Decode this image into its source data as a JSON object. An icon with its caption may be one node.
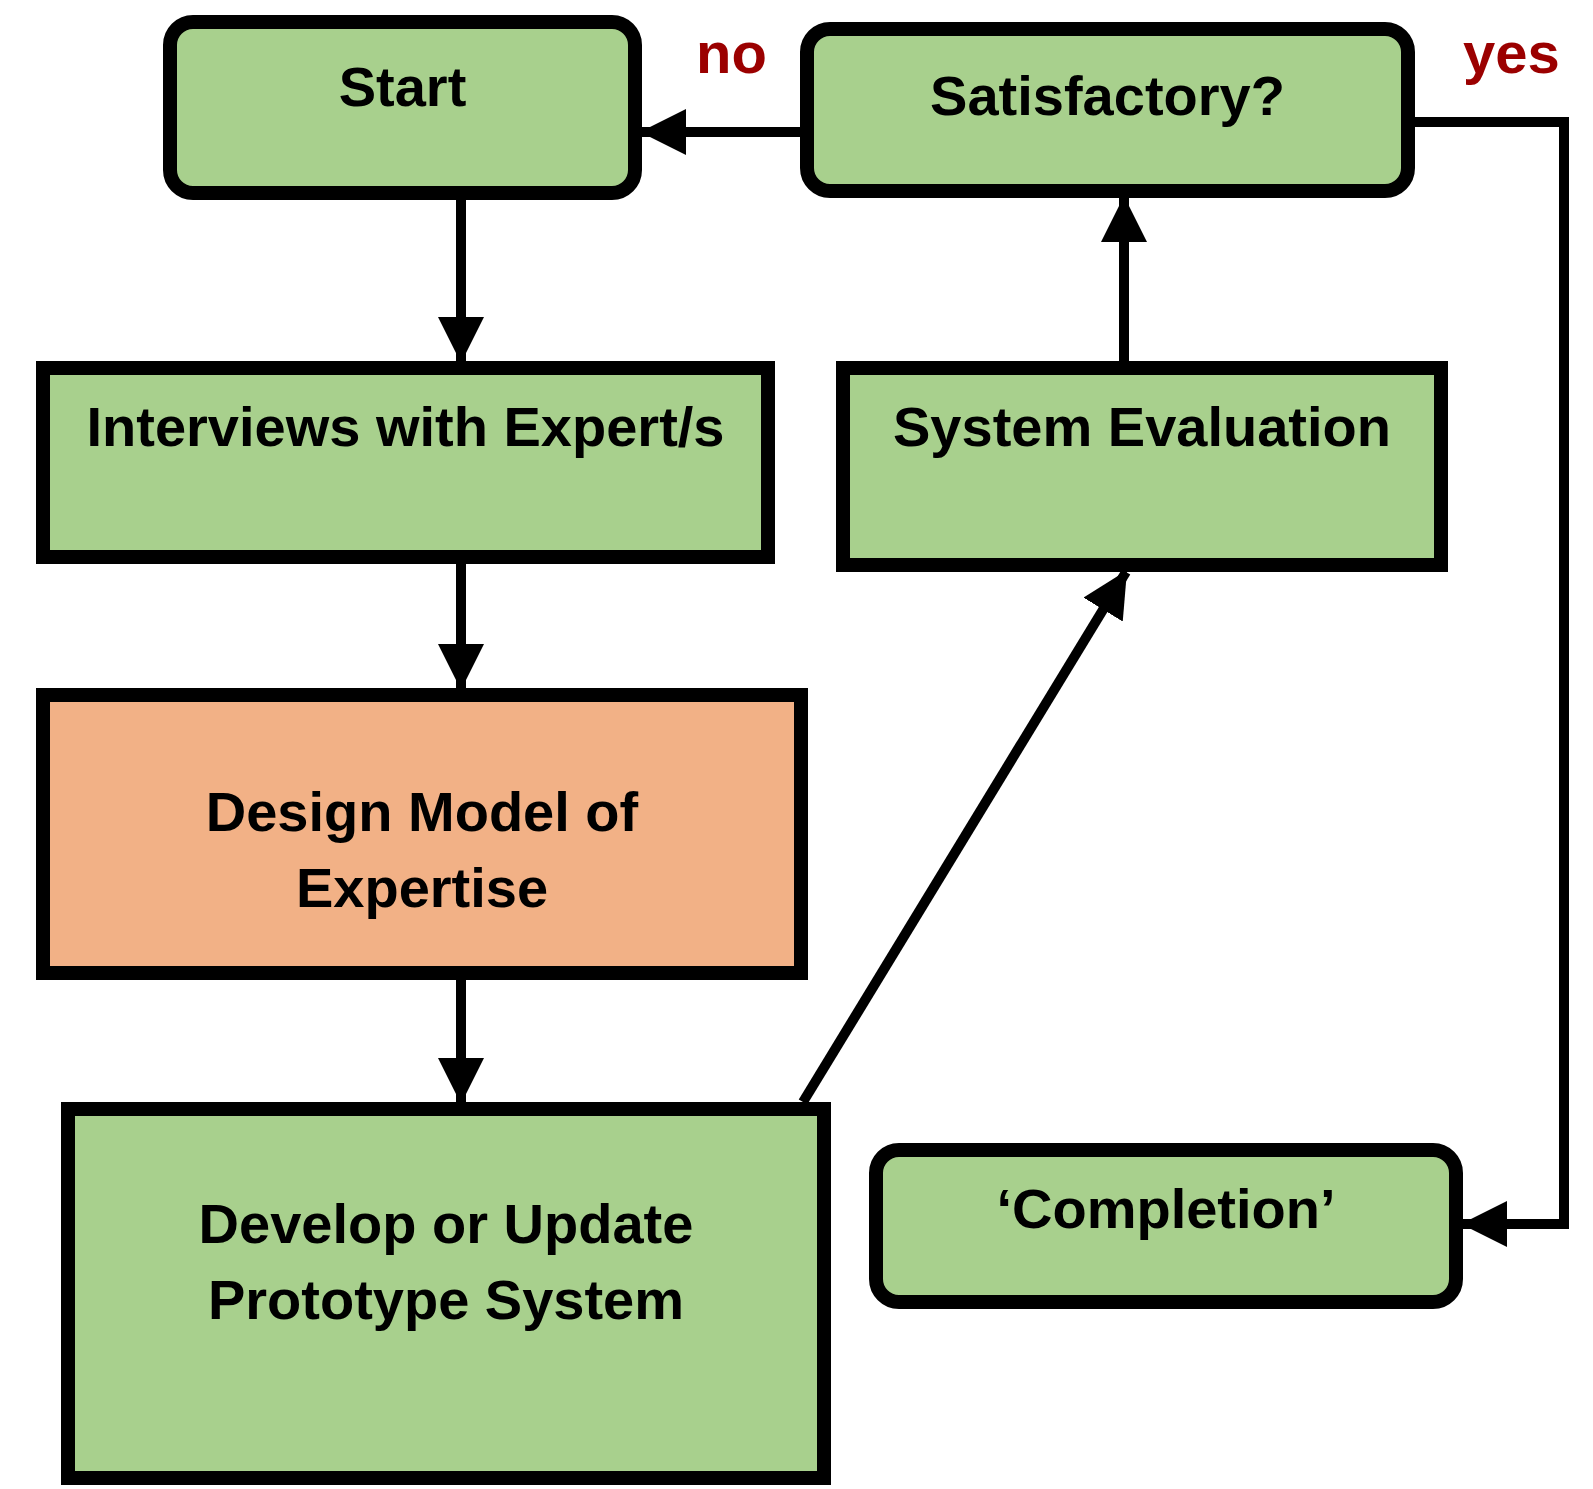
{
  "diagram": {
    "nodes": [
      {
        "text": [
          "Start"
        ]
      },
      {
        "text": [
          "Satisfactory?"
        ]
      },
      {
        "text": [
          "Interviews with Expert/s"
        ]
      },
      {
        "text": [
          "System Evaluation"
        ]
      },
      {
        "text": [
          "Design Model of Expertise"
        ]
      },
      {
        "text": [
          "Develop or Update Prototype System"
        ]
      },
      {
        "text": [
          "‘Completion’"
        ]
      }
    ],
    "edges": [
      {
        "from": 0,
        "to": 2,
        "arrow": "to"
      },
      {
        "from": 2,
        "to": 4,
        "arrow": "to"
      },
      {
        "from": 4,
        "to": 5,
        "arrow": "to"
      },
      {
        "from": 5,
        "to": 3,
        "arrow": "to"
      },
      {
        "from": 3,
        "to": 1,
        "arrow": "to"
      },
      {
        "from": 1,
        "to": 0,
        "label": "no",
        "arrow": "to"
      },
      {
        "from": 1,
        "to": 6,
        "label": "yes",
        "arrow": "to"
      }
    ]
  }
}
